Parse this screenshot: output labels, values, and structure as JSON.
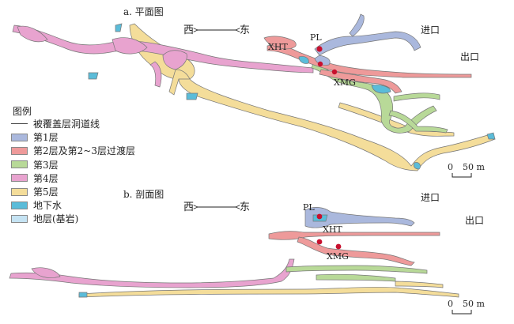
{
  "plan": {
    "title": "a. 平面图",
    "west": "西",
    "east": "东",
    "entrance": "进口",
    "exit": "出口",
    "sites": {
      "xht": "XHT",
      "pl": "PL",
      "xmg": "XMG"
    },
    "scale": {
      "zero": "0",
      "value": "50 m"
    }
  },
  "section": {
    "title": "b. 剖面图",
    "west": "西",
    "east": "东",
    "entrance": "进口",
    "exit": "出口",
    "sites": {
      "pl": "PL",
      "xht": "XHT",
      "xmg": "XMG"
    },
    "scale": {
      "zero": "0",
      "value": "50 m"
    }
  },
  "legend": {
    "title": "图例",
    "items": [
      {
        "label": "被覆盖层洞道线",
        "kind": "line",
        "color": "#444444"
      },
      {
        "label": "第1层",
        "kind": "swatch",
        "color": "#aab8dd"
      },
      {
        "label": "第2层及第2~3层过渡层",
        "kind": "swatch",
        "color": "#ee9a9a"
      },
      {
        "label": "第3层",
        "kind": "swatch",
        "color": "#b8d998"
      },
      {
        "label": "第4层",
        "kind": "swatch",
        "color": "#e8a3cf"
      },
      {
        "label": "第5层",
        "kind": "swatch",
        "color": "#f4dd9a"
      },
      {
        "label": "地下水",
        "kind": "swatch",
        "color": "#5bbcd9"
      },
      {
        "label": "地层(基岩)",
        "kind": "swatch",
        "color": "#c5e3f3"
      }
    ]
  },
  "colors": {
    "layer1": "#aab8dd",
    "layer2": "#ee9a9a",
    "layer3": "#b8d998",
    "layer4": "#e8a3cf",
    "layer5": "#f4dd9a",
    "groundwater": "#5bbcd9",
    "bedrock": "#c5e3f3",
    "site_marker": "#c8102e"
  }
}
